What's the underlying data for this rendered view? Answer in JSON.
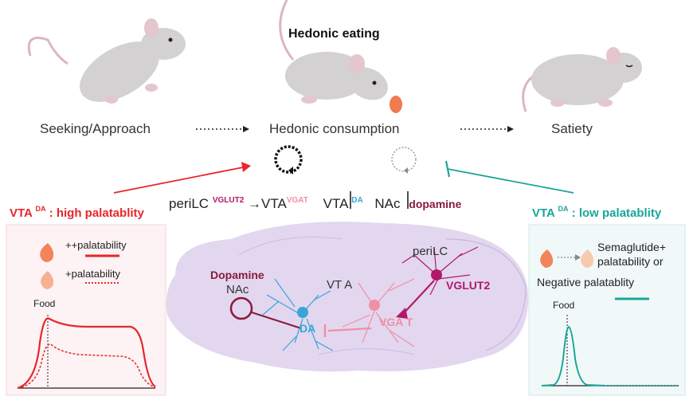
{
  "title": "Hedonic eating",
  "stages": {
    "seeking": "Seeking/Approach",
    "consumption": "Hedonic consumption",
    "satiety": "Satiety"
  },
  "formula": {
    "perilc": "periLC",
    "vglut2": "VGLUT2",
    "arrow_vta": "→VTA",
    "vgat": "VGAT",
    "vta2": "VTA",
    "da": "DA",
    "nac": "NAc",
    "dopamine": "dopamine"
  },
  "left_panel": {
    "title_prefix": "VTA",
    "title_sup": "DA",
    "title_suffix": ": high palatablity",
    "legend_high": "++palatability",
    "legend_low": "+palatability",
    "food_label": "Food"
  },
  "right_panel": {
    "title_prefix": "VTA",
    "title_sup": "DA",
    "title_suffix": ": low palatablity",
    "legend_line1": "Semaglutide+",
    "legend_line2": "palatability or",
    "legend_line3": "Negative palatablity",
    "food_label": "Food"
  },
  "brain": {
    "dopamine": "Dopamine",
    "nac": "NAc",
    "vta": "VT A",
    "perilc": "periLC",
    "da": "DA",
    "vgat": "VGA T",
    "vglut2": "VGLUT2"
  },
  "colors": {
    "red": "#e8262c",
    "teal": "#1aa59a",
    "blue": "#3aa4d8",
    "pink": "#ef8fa6",
    "magenta": "#b0196a",
    "maroon": "#8a1a3e",
    "brain": "#d9cdea"
  }
}
